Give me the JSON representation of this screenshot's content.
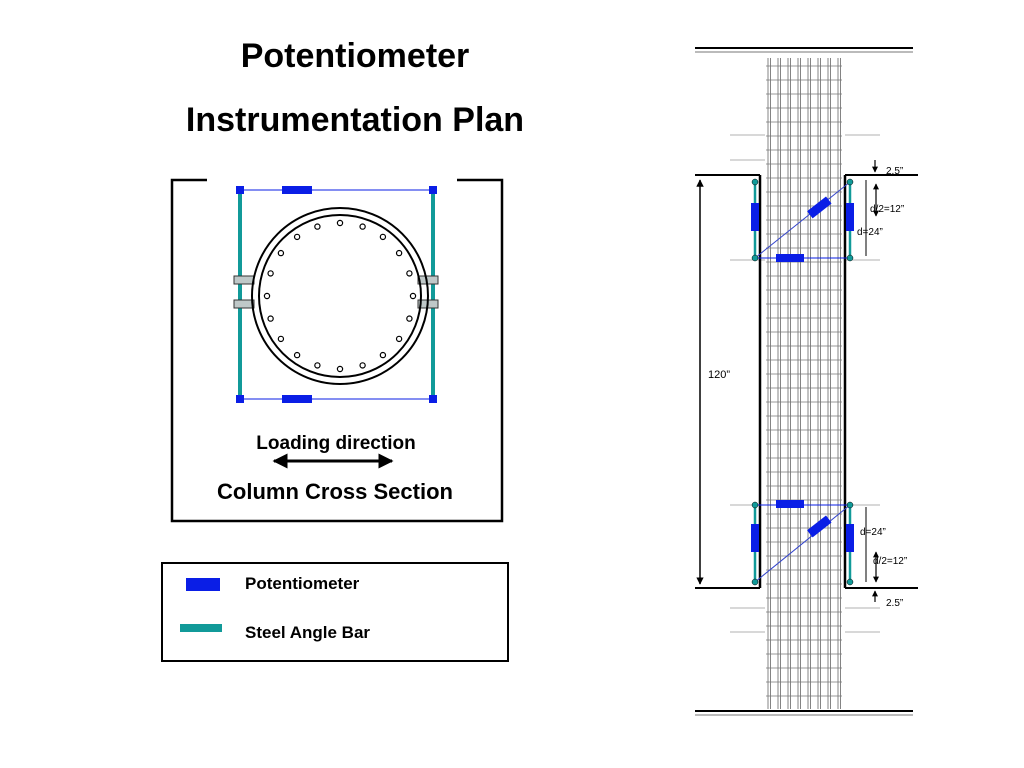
{
  "title": {
    "line1": "Potentiometer",
    "line2": "Instrumentation Plan"
  },
  "cross_section": {
    "loading_label": "Loading direction",
    "caption": "Column Cross Section"
  },
  "legend": {
    "items": [
      {
        "label": "Potentiometer",
        "color": "#0a1ee6"
      },
      {
        "label": "Steel Angle Bar",
        "color": "#119a99"
      }
    ]
  },
  "elevation": {
    "dims": {
      "top_offset": "2.5”",
      "top_half_depth": "d/2=12”",
      "top_depth": "d=24”",
      "height": "120”",
      "bottom_depth": "d=24”",
      "bottom_half_depth": "d/2=12”",
      "bottom_offset": "2.5”"
    }
  },
  "colors": {
    "potentiometer": "#0a1ee6",
    "angle_bar": "#119a99",
    "line": "#000000",
    "rebar": "#555555"
  }
}
